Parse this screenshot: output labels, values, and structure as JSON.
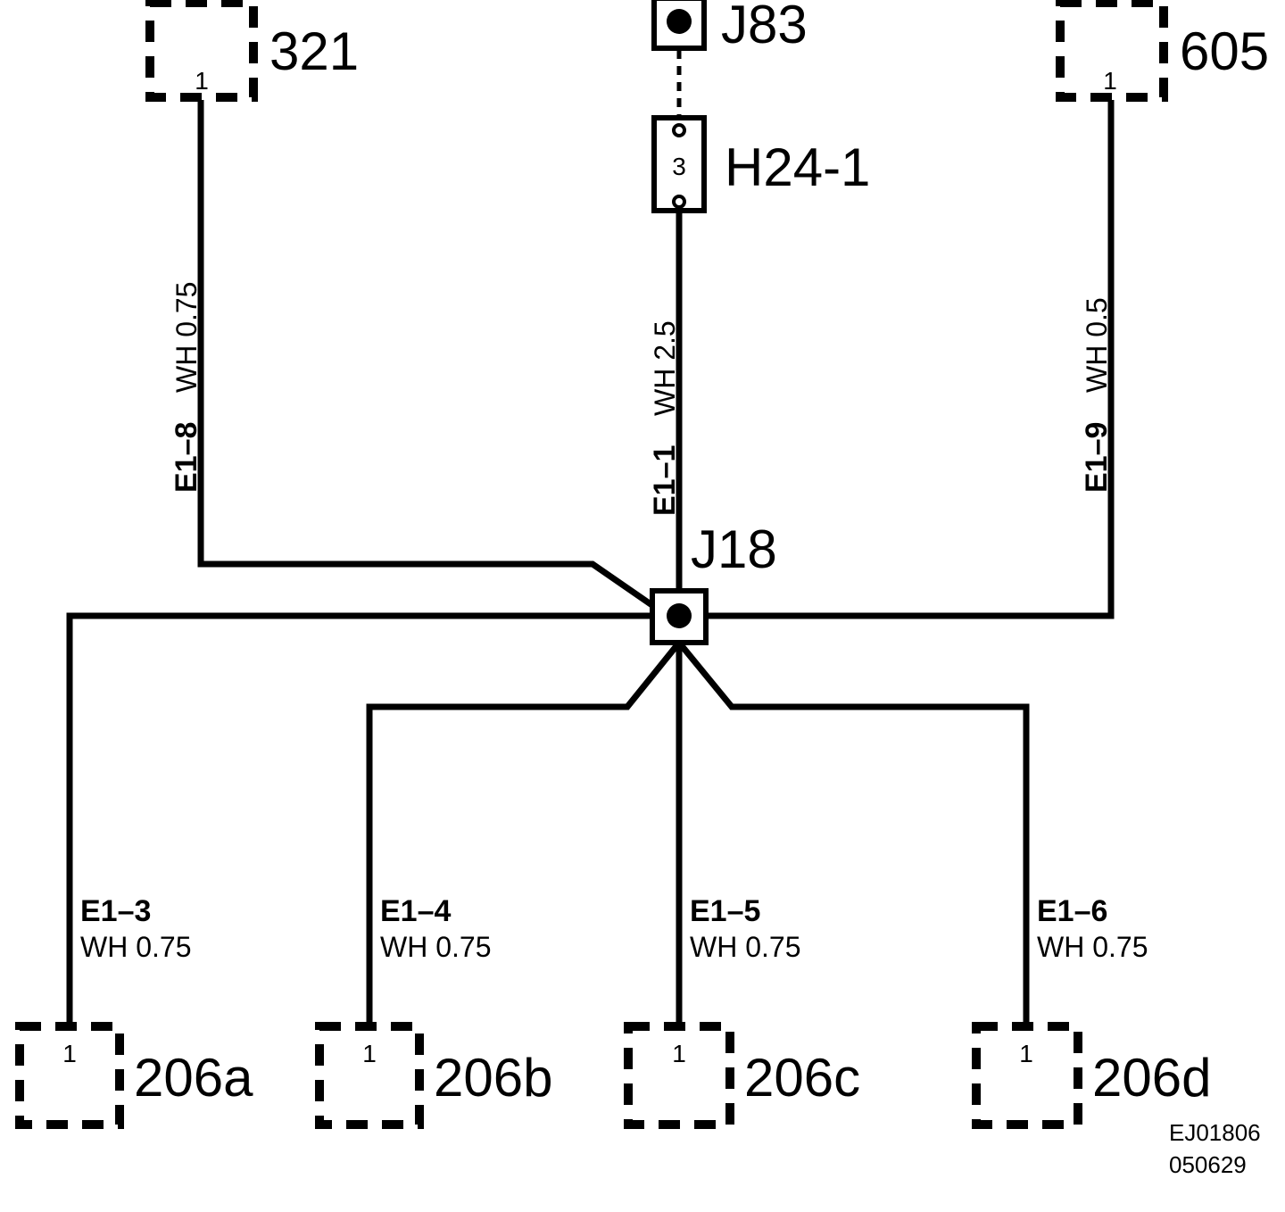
{
  "connectors": {
    "c321": {
      "label": "321",
      "pin": "1"
    },
    "c605": {
      "label": "605",
      "pin": "1"
    },
    "c206a": {
      "label": "206a",
      "pin": "1"
    },
    "c206b": {
      "label": "206b",
      "pin": "1"
    },
    "c206c": {
      "label": "206c",
      "pin": "1"
    },
    "c206d": {
      "label": "206d",
      "pin": "1"
    }
  },
  "splices": {
    "j83": {
      "label": "J83"
    },
    "j18": {
      "label": "J18"
    }
  },
  "harness_connector": {
    "label": "H24-1",
    "pin": "3"
  },
  "wires": {
    "e1_8": {
      "id": "E1–8",
      "spec": "WH 0.75"
    },
    "e1_1": {
      "id": "E1–1",
      "spec": "WH 2.5"
    },
    "e1_9": {
      "id": "E1–9",
      "spec": "WH 0.5"
    },
    "e1_3": {
      "id": "E1–3",
      "spec": "WH 0.75"
    },
    "e1_4": {
      "id": "E1–4",
      "spec": "WH 0.75"
    },
    "e1_5": {
      "id": "E1–5",
      "spec": "WH 0.75"
    },
    "e1_6": {
      "id": "E1–6",
      "spec": "WH 0.75"
    }
  },
  "reference": {
    "line1": "EJ01806",
    "line2": "050629"
  }
}
